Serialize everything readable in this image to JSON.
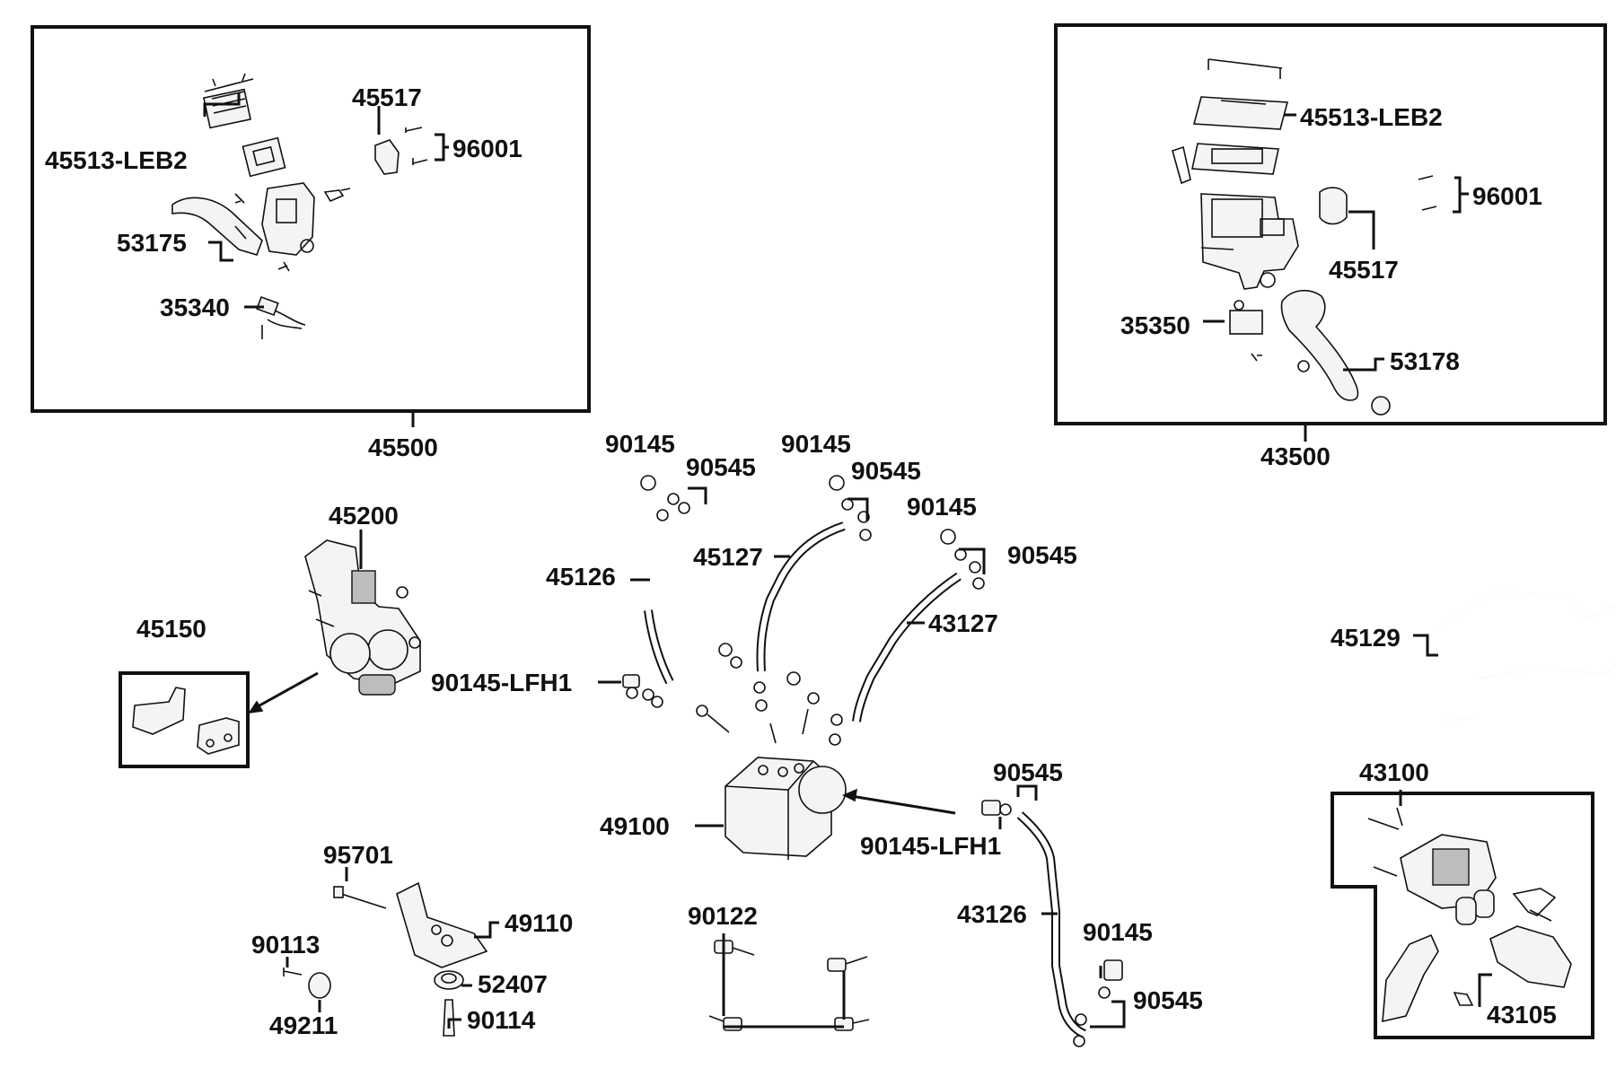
{
  "labels": {
    "p45513_left": "45513-LEB2",
    "p45517_left": "45517",
    "p96001_left": "96001",
    "p53175": "53175",
    "p35340": "35340",
    "p45500": "45500",
    "p45513_right": "45513-LEB2",
    "p96001_right": "96001",
    "p45517_right": "45517",
    "p35350": "35350",
    "p53178": "53178",
    "p43500": "43500",
    "p45200": "45200",
    "p45150": "45150",
    "p90145_a": "90145",
    "p90545_a": "90545",
    "p45126": "45126",
    "p90145_b": "90145",
    "p90545_b": "90545",
    "p45127": "45127",
    "p90145_c": "90145",
    "p90545_c": "90545",
    "p43127": "43127",
    "p90145lfh1_a": "90145-LFH1",
    "p45129": "45129",
    "p49100": "49100",
    "p90545_d": "90545",
    "p90145lfh1_b": "90145-LFH1",
    "p43126": "43126",
    "p90145_d": "90145",
    "p90545_e": "90545",
    "p43100": "43100",
    "p43105": "43105",
    "p95701": "95701",
    "p90113": "90113",
    "p49110": "49110",
    "p52407": "52407",
    "p49211": "49211",
    "p90114": "90114",
    "p90122": "90122"
  },
  "colors": {
    "line": "#111111",
    "background": "#ffffff"
  }
}
